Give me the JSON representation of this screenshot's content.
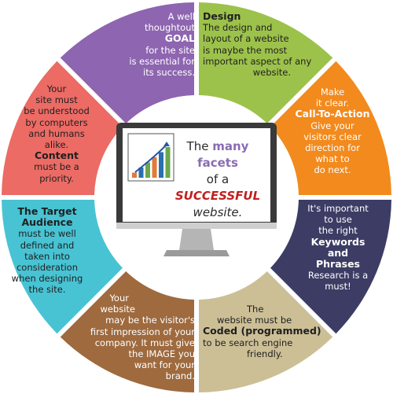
{
  "colors": {
    "goal": "#8e65b0",
    "design": "#9dc24b",
    "cta": "#f28a1e",
    "keywords": "#3d3c65",
    "coded": "#ccbf96",
    "image": "#9e6a3e",
    "target": "#48c3d3",
    "content": "#ec6b65",
    "monitor_frame": "#3a3a3a",
    "stand": "#a9a9a9"
  },
  "segments": {
    "goal": {
      "lines": [
        "A well",
        "thoughtout",
        "GOAL",
        "for the site",
        "is essential for",
        "its success."
      ],
      "icon": "speech-bubble-tail"
    },
    "design": {
      "lines": [
        "Design",
        "The design and",
        "layout of a website",
        "is maybe the most",
        "important aspect of any",
        "website."
      ]
    },
    "cta": {
      "lines": [
        "Make",
        "it clear.",
        "Call-To-Action",
        "Give your",
        "visitors clear",
        "direction for",
        "what to",
        "do next."
      ]
    },
    "keywords": {
      "lines": [
        "It's important",
        "to use",
        "the right",
        "Keywords",
        "and",
        "Phrases",
        "Research is a",
        "must!"
      ]
    },
    "coded": {
      "lines": [
        "The",
        "website must be",
        "Coded (programmed)",
        "to be search engine",
        "friendly."
      ]
    },
    "image": {
      "lines": [
        "Your",
        "website",
        "may be the visitor's",
        "first impression of your",
        "company. It must give",
        "the IMAGE you",
        "want for your",
        "brand."
      ]
    },
    "target": {
      "lines": [
        "The Target",
        "Audience",
        "must be well",
        "defined and",
        "taken into",
        "consideration",
        "when designing",
        "the site."
      ]
    },
    "content": {
      "lines": [
        "Your",
        "site must",
        "be understood",
        "by computers",
        "and humans",
        "alike.",
        "Content",
        "must be a",
        "priority."
      ]
    }
  },
  "center": {
    "line1_a": "The ",
    "line1_b": "many",
    "line2": "facets",
    "line3": "of a",
    "line4": "SUCCESSFUL",
    "line5": "website.",
    "chart_values": [
      1,
      2,
      3,
      4,
      5,
      6
    ]
  }
}
